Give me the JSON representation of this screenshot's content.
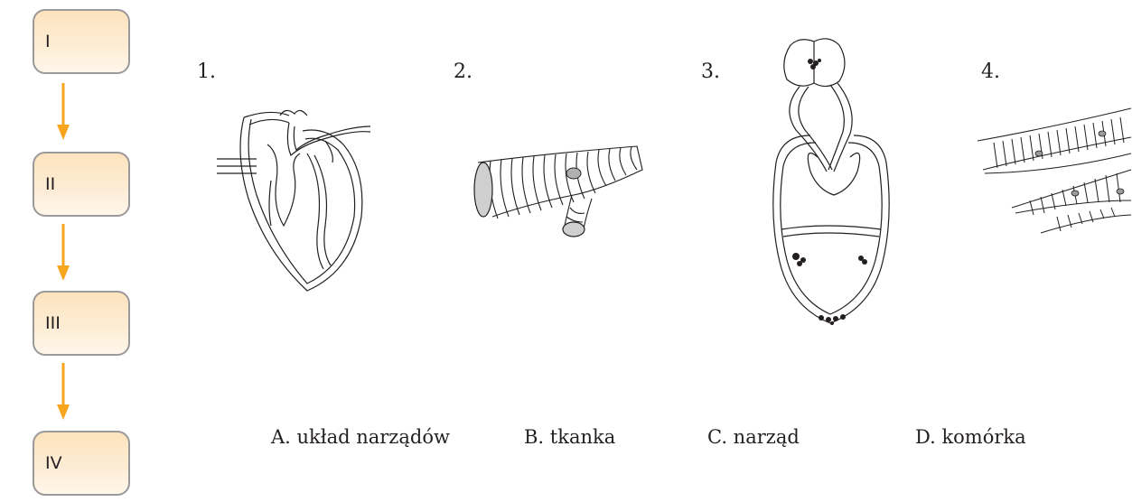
{
  "levels": [
    "I",
    "II",
    "III",
    "IV"
  ],
  "numbers": [
    "1.",
    "2.",
    "3.",
    "4."
  ],
  "labels": [
    "A. układ narządów",
    "B. tkanka",
    "C. narząd",
    "D. komórka"
  ],
  "colors": {
    "box_fill": "#fde3bd",
    "box_border": "#9a9a9a",
    "arrow": "#f6a51c",
    "ink": "#231f20"
  }
}
